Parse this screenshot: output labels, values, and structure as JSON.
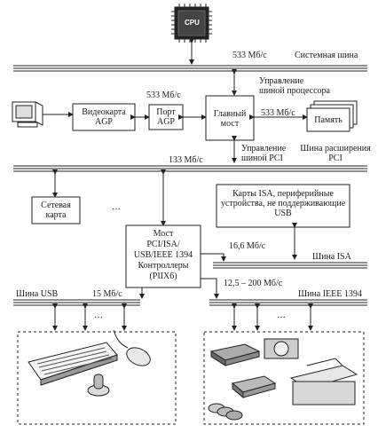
{
  "cpu": {
    "label": "CPU"
  },
  "buses": {
    "system": "Системная шина",
    "pci_ext": [
      "Шина расширения",
      "PCI"
    ],
    "isa": "Шина ISA",
    "usb": "Шина USB",
    "ieee": "Шина IEEE 1394"
  },
  "speeds": {
    "system": "533 Мб/с",
    "agp": "533 Мб/с",
    "memory": "533 Мб/с",
    "pci": "133 Мб/с",
    "isa": "16,6 Мб/с",
    "ieee": "12,5 – 200 Мб/с",
    "usb": "15 Мб/с"
  },
  "blocks": {
    "video": [
      "Видеокарта",
      "AGP"
    ],
    "agp_port": [
      "Порт",
      "AGP"
    ],
    "north": [
      "Главный",
      "мост"
    ],
    "memory": "Память",
    "network": [
      "Сетевая",
      "карта"
    ],
    "bridge": [
      "Мост",
      "PCI/ISA/",
      "USB/IEEE 1394",
      "Контроллеры",
      "(PIIX6)"
    ],
    "isa_cards": [
      "Карты ISA, периферийные",
      "устройства, не поддерживающие",
      "USB"
    ]
  },
  "annotations": {
    "cpu_ctrl": [
      "Управление",
      "шиной процессора"
    ],
    "pci_ctrl": [
      "Управление",
      "шиной PCI"
    ]
  },
  "ellipsis": "…"
}
